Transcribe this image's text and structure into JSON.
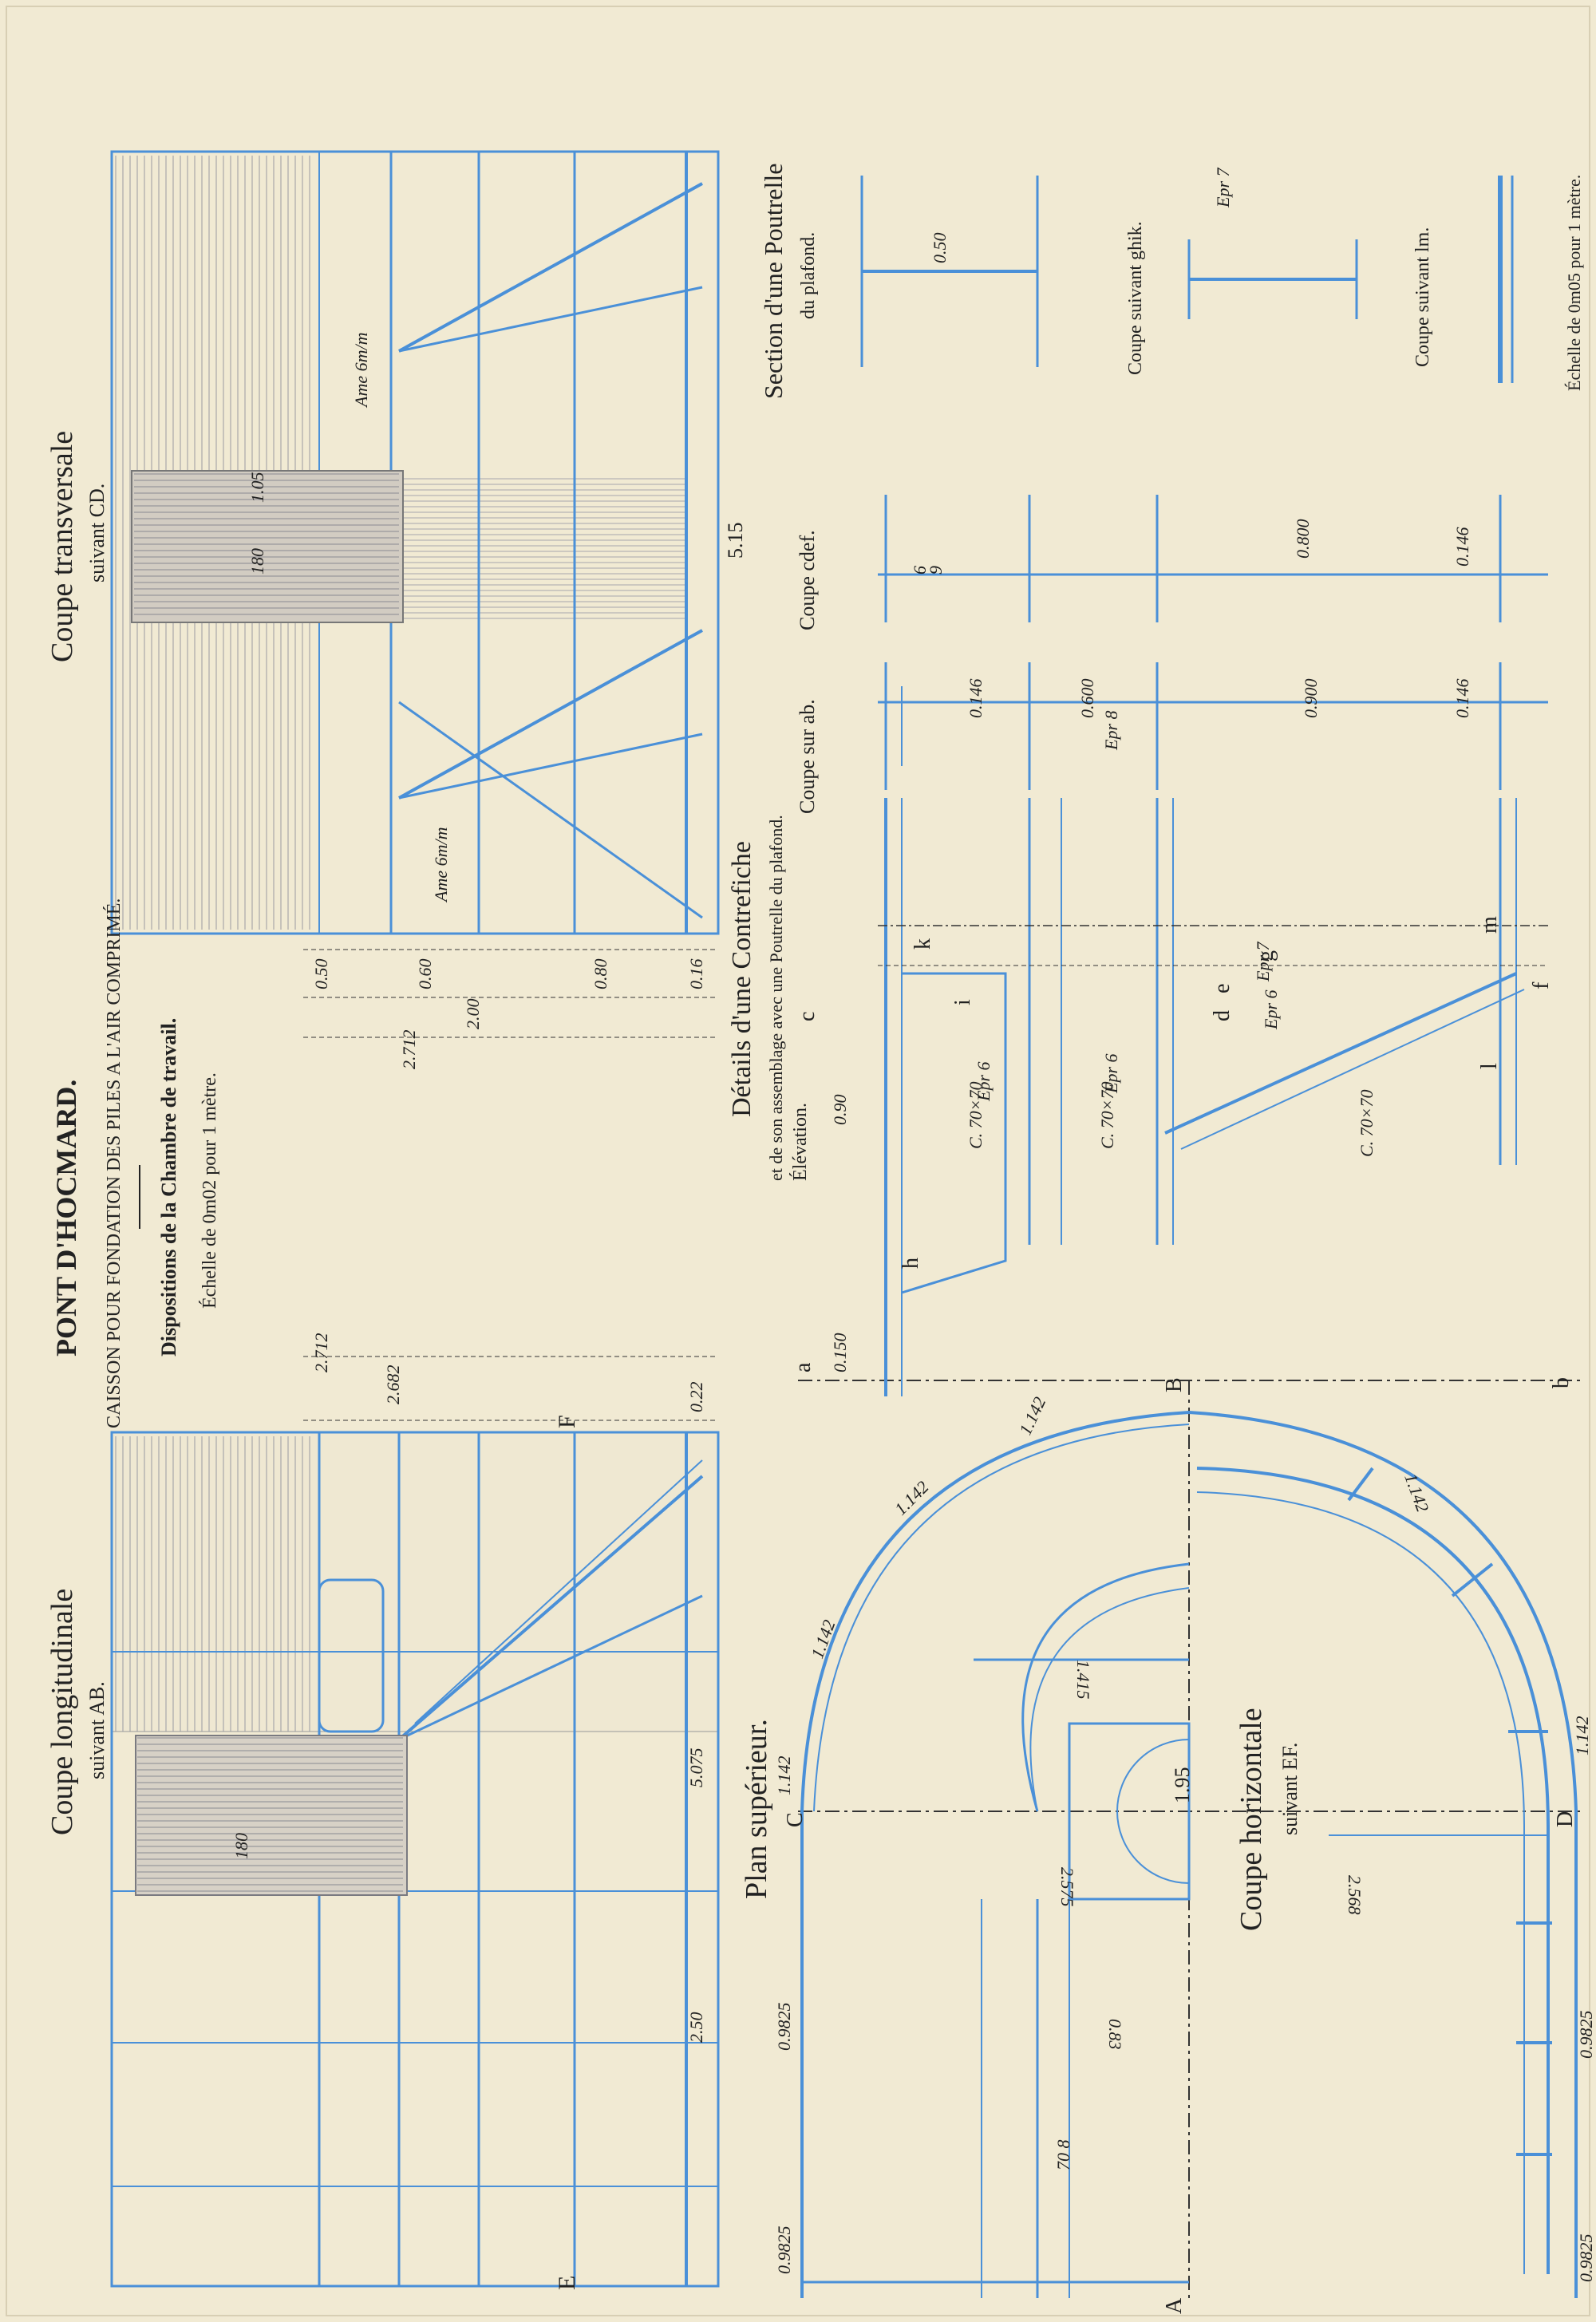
{
  "title": "PONT D'HOCMARD.",
  "subtitle": "CAISSON POUR FONDATION DES PILES A L'AIR COMPRIMÉ.",
  "sub2": "Dispositions de la Chambre de travail.",
  "scale1": "Échelle de 0m02 pour 1 mètre.",
  "scale2": "Échelle de 0m05 pour 1 mètre.",
  "views": {
    "long_title": "Coupe longitudinale",
    "long_sub": "suivant AB.",
    "trans_title": "Coupe transversale",
    "trans_sub": "suivant CD.",
    "plan_title": "Plan supérieur.",
    "horiz_title": "Coupe horizontale",
    "horiz_sub": "suivant EF.",
    "details_title": "Détails d'une Contrefiche",
    "details_sub": "et de son assemblage avec une Poutrelle du plafond.",
    "elevation": "Élévation.",
    "coupe_ab": "Coupe sur ab.",
    "coupe_cdef": "Coupe cdef.",
    "section_title": "Section d'une Poutrelle",
    "section_sub": "du plafond.",
    "coupe_ghik": "Coupe suivant ghik.",
    "coupe_lm": "Coupe suivant lm."
  },
  "letters": {
    "E": "E",
    "F": "F",
    "A": "A",
    "B": "B",
    "C": "C",
    "D": "D",
    "a": "a",
    "b": "b",
    "c": "c",
    "d": "d",
    "e": "e",
    "f": "f",
    "g": "g",
    "h": "h",
    "i": "i",
    "k": "k",
    "l": "l",
    "m": "m"
  },
  "dims": {
    "d180a": "180",
    "d180b": "180",
    "d105": "1.05",
    "d515": "5.15",
    "d2712a": "2.712",
    "d2712b": "2.712",
    "d2682": "2.682",
    "d022": "0.22",
    "d050": "0.50",
    "d060": "0.60",
    "d080": "0.80",
    "d200": "2.00",
    "d016": "0.16",
    "d5075": "5.075",
    "d250": "2.50",
    "d1142a": "1.142",
    "d1142b": "1.142",
    "d1142c": "1.142",
    "d1142d": "1.142",
    "d1142e": "1.142",
    "d1142f": "1.142",
    "d1415": "1.415",
    "d2575": "2.575",
    "d2568": "2.568",
    "d195": "1.95",
    "d083": "0.83",
    "d09825a": "0.9825",
    "d09825b": "0.9825",
    "d09825c": "0.9825",
    "d09825d": "0.9825",
    "d708": "70\n8",
    "d090": "0.90",
    "d0150": "0.150",
    "d0600": "0.600",
    "d0900": "0.900",
    "d0146a": "0.146",
    "d0146b": "0.146",
    "d0146c": "0.146",
    "d0800": "0.800",
    "d050b": "0.50",
    "c7070a": "C. 70×70",
    "c7070b": "C. 70×70",
    "c7070c": "C. 70×70",
    "ep6a": "Epr 6",
    "ep6b": "Epr 6",
    "ep6c": "Epr 6",
    "ep7a": "Epr 7",
    "ep7b": "Epr 7",
    "ep8": "Epr 8",
    "ame6a": "Ame 6m/m",
    "ame6b": "Ame 6m/m",
    "d6": "6",
    "d9": "9"
  }
}
